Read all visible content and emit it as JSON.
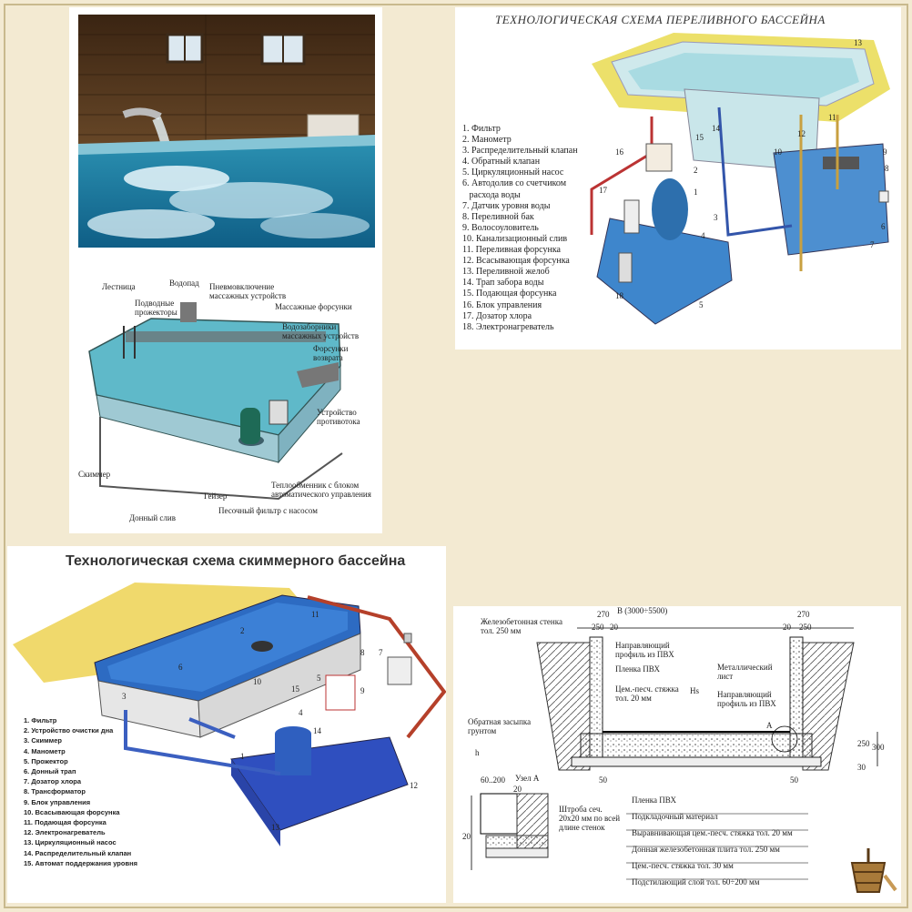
{
  "overflow": {
    "title": "ТЕХНОЛОГИЧЕСКАЯ СХЕМА ПЕРЕЛИВНОГО БАССЕЙНА",
    "legend": [
      "1. Фильтр",
      "2. Манометр",
      "3. Распределительный клапан",
      "4. Обратный клапан",
      "5. Циркуляционный насос",
      "6. Автодолив со счетчиком",
      "   расхода воды",
      "7. Датчик уровня воды",
      "8. Переливной бак",
      "9. Волосоуловитель",
      "10. Канализационный слив",
      "11. Переливная форсунка",
      "12. Всасывающая форсунка",
      "13. Переливной желоб",
      "14. Трап забора воды",
      "15. Подающая форсунка",
      "16. Блок управления",
      "17. Дозатор хлора",
      "18. Электронагреватель"
    ],
    "numbers": [
      "13",
      "11",
      "12",
      "15",
      "14",
      "16",
      "9",
      "8",
      "10",
      "17",
      "2",
      "3",
      "4",
      "1",
      "6",
      "7",
      "18",
      "5"
    ]
  },
  "equipment": {
    "labels": {
      "ladder": "Лестница",
      "waterfall": "Водопад",
      "underwater_lights": "Подводные\nпрожекторы",
      "pneumo": "Пневмовключение\nмассажных устройств",
      "massage_jets": "Массажные форсунки",
      "water_intakes": "Водозаборники\nмассажных устройств",
      "return_jets": "Форсунки\nвозврата",
      "counterflow": "Устройство\nпротивотока",
      "skimmer": "Скиммер",
      "heat_exchanger": "Теплообменник с блоком\nавтоматического управления",
      "geyser": "Гейзер",
      "bottom_drain": "Донный слив",
      "sand_filter": "Песочный фильтр с насосом"
    }
  },
  "skimmer": {
    "title": "Технологическая схема скиммерного бассейна",
    "legend": [
      "1. Фильтр",
      "2. Устройство очистки дна",
      "3. Скиммер",
      "4. Манометр",
      "5. Прожектор",
      "6. Донный трап",
      "7. Дозатор хлора",
      "8. Трансформатор",
      "9. Блок управления",
      "10. Всасывающая форсунка",
      "11. Подающая форсунка",
      "12. Электронагреватель",
      "13. Циркуляционный насос",
      "14. Распределительный клапан",
      "15. Автомат поддержания уровня"
    ],
    "numbers": [
      "2",
      "11",
      "6",
      "3",
      "10",
      "5",
      "15",
      "4",
      "8",
      "7",
      "9",
      "14",
      "1",
      "12",
      "13"
    ]
  },
  "section": {
    "top_dims": {
      "b": "В (3000÷5500)",
      "left_270": "270",
      "right_270": "270",
      "d250a": "250",
      "d20a": "20",
      "d20b": "20",
      "d250b": "250"
    },
    "labels": {
      "rc_wall": "Железобетонная стенка\nтол. 250 мм",
      "guide_pvc_left": "Направляющий\nпрофиль из ПВХ",
      "pvc_film": "Пленка ПВХ",
      "screed": "Цем.-песч. стяжка\nтол. 20 мм",
      "metal_sheet": "Металлический\nлист",
      "guide_pvc_right": "Направляющий\nпрофиль из ПВХ",
      "backfill": "Обратная засыпка\nгрунтом",
      "hs": "Hs",
      "h": "h",
      "A": "A",
      "d250_right": "250",
      "d300_right": "300",
      "d30_right": "30",
      "d50_left": "50",
      "d50_right": "50",
      "d60_200": "60..200",
      "node": "Узел А",
      "d20_top": "20",
      "d20_side": "20",
      "groove": "Штроба сеч.\n20х20 мм по всей\nдлине стенок"
    },
    "layers": [
      "Пленка ПВХ",
      "Подкладочный материал",
      "Выравнивающая цем.-песч. стяжка тол. 20 мм",
      "Донная железобетонная плита тол. 250 мм",
      "Цем.-песч. стяжка тол. 30 мм",
      "Подстилающий слой  тол. 60÷200 мм"
    ]
  }
}
